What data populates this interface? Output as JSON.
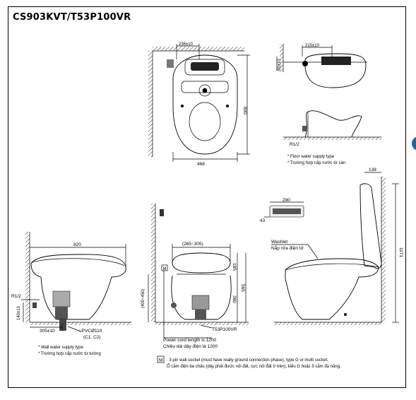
{
  "title": "CS903KVT/T53P100VR",
  "accent_color": "#1769b3",
  "top_view": {
    "dim_width_top": "235±10",
    "dim_depth": "800",
    "dim_width_bottom": "468"
  },
  "side_top_view": {
    "dim_width_top": "215±10",
    "dim_vertical": "60±10",
    "pipe_label": "R1/2",
    "note_en": "* Floor water supply type",
    "note_vi": "* Trường hợp cấp nước từ sàn"
  },
  "left_view": {
    "dim_length": "820",
    "pipe_label": "R1/2",
    "dim_height": "140±10",
    "dim_offset": "305±10",
    "drain_label": "uPVCØ110",
    "drain_sub": "(C1, C2)",
    "note_en": "* Wall water supply type",
    "note_vi": "* Trường hợp cấp nước từ tường"
  },
  "front_view": {
    "dim_range": "(265~305)",
    "dim_side": "(400~450)",
    "dim_185": "185",
    "dim_380": "380",
    "dim_565": "565",
    "socket_symbol": "M",
    "part_label": "T53P100VR",
    "cord_en": "Power cord length is 1200",
    "cord_vi": "Chiều dài dây điện là 1200"
  },
  "right_view": {
    "dim_138": "138",
    "dim_290": "290",
    "dim_43": "43",
    "dim_1171": "1171",
    "washlet_en": "Washlet",
    "washlet_vi": "Nắp rửa điện tử"
  },
  "footnote": {
    "symbol": "M",
    "line1": ": 3 pin wall socket (must have really ground connection phase), type G or multi socket.",
    "line2": "Ổ cắm điện ba chấu (dây phải được nối đất, cực nối đất ở trên), kiểu G hoặc ổ cắm đa năng."
  }
}
